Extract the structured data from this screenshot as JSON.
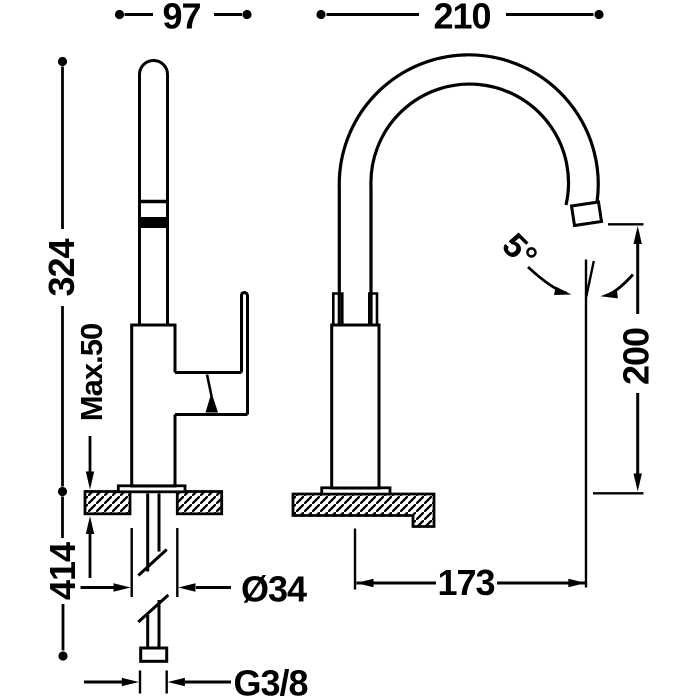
{
  "drawing": {
    "type": "technical-dimension-drawing",
    "subject": "single-lever sink mixer tap, side view and front view with swan-neck spout",
    "colors": {
      "line": "#000000",
      "background": "#ffffff"
    }
  },
  "dimensions": {
    "front_depth": "97",
    "side_width": "210",
    "height_above_deck": "324",
    "max_deck_thickness": "Max.50",
    "height_below_deck": "414",
    "hole_diameter": "Ø34",
    "supply_thread": "G3/8",
    "spout_reach": "173",
    "outlet_height": "200",
    "outlet_angle": "5°"
  }
}
